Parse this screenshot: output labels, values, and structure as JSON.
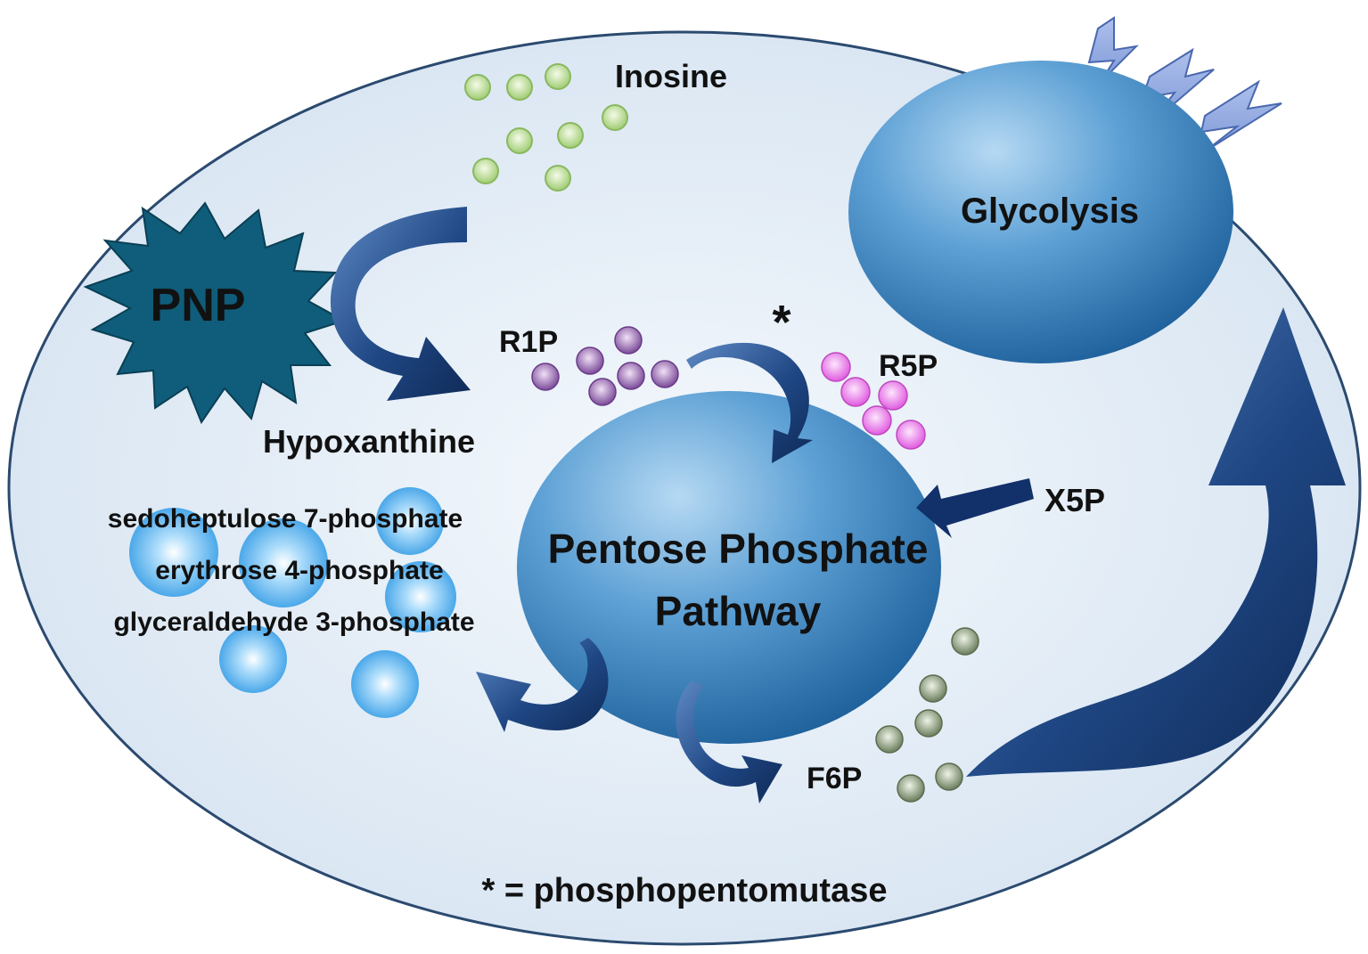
{
  "labels": {
    "inosine": "Inosine",
    "pnp": "PNP",
    "hypoxanthine": "Hypoxanthine",
    "r1p": "R1P",
    "r5p": "R5P",
    "x5p": "X5P",
    "f6p": "F6P",
    "asterisk": "*",
    "glycolysis": "Glycolysis",
    "ppp_line1": "Pentose Phosphate",
    "ppp_line2": "Pathway",
    "sedoheptulose": "sedoheptulose 7-phosphate",
    "erythrose": "erythrose 4-phosphate",
    "glyceraldehyde": "glyceraldehyde 3-phosphate",
    "footnote": "* = phosphopentomutase"
  },
  "icons": {
    "pnp_shape": "starburst-icon",
    "energy": "lightning-bolt-icon",
    "molecule": "sphere-icon",
    "flow": "curved-arrow-icon"
  },
  "colors": {
    "cell_fill": "#dde9f5",
    "cell_stroke": "#2b4a6f",
    "pnp_fill": "#0f5d7a",
    "arrow": "#1f3f78",
    "sphere_blue": "#3a8fd0",
    "inosine_dots": "#c8e6a0",
    "r1p_dots": "#8a5aa8",
    "r5p_dots": "#f07ef0",
    "f6p_dots": "#7d9070",
    "bolt": "#8fa8e0",
    "metabolite_spheres": "#50b0f0"
  }
}
